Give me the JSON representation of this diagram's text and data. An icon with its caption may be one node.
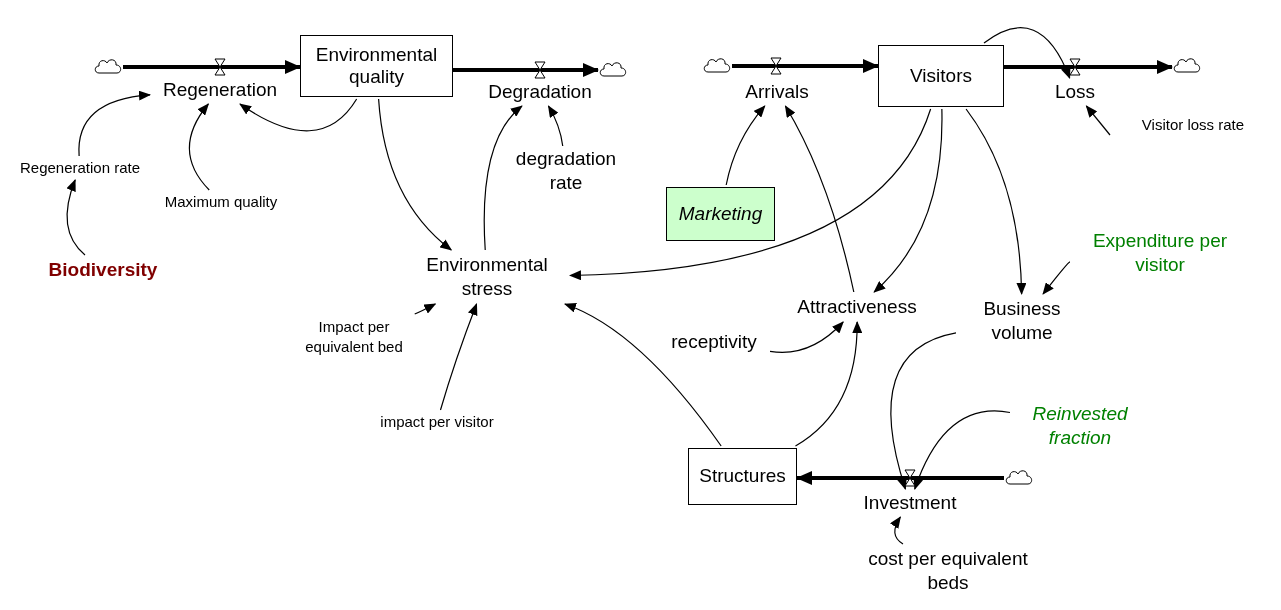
{
  "diagram": {
    "nodes": [
      {
        "text": [],
        "shape": "cloud"
      },
      {
        "text": [
          "Regeneration"
        ]
      },
      {
        "text": [
          "Environmental quality"
        ]
      },
      {
        "text": [
          "Degradation"
        ]
      },
      {
        "text": [],
        "shape": "cloud"
      },
      {
        "text": [],
        "shape": "cloud"
      },
      {
        "text": [
          "Arrivals"
        ]
      },
      {
        "text": [
          "Visitors"
        ]
      },
      {
        "text": [
          "Loss"
        ]
      },
      {
        "text": [],
        "shape": "cloud"
      },
      {
        "text": [
          "Visitor loss rate"
        ]
      },
      {
        "text": [
          "Regeneration rate"
        ]
      },
      {
        "text": [
          "Maximum quality"
        ]
      },
      {
        "text": [
          "degradation rate"
        ]
      },
      {
        "text": [
          "Biodiversity"
        ]
      },
      {
        "text": [
          "Marketing"
        ]
      },
      {
        "text": [
          "Environmental stress"
        ]
      },
      {
        "text": [
          "Expenditure per visitor"
        ]
      },
      {
        "text": [
          "Attractiveness"
        ]
      },
      {
        "text": [
          "Business volume"
        ]
      },
      {
        "text": [
          "Impact per equivalent bed"
        ]
      },
      {
        "text": [
          "receptivity"
        ]
      },
      {
        "text": [
          "impact per visitor"
        ]
      },
      {
        "text": [
          "Reinvested fraction"
        ]
      },
      {
        "text": [
          "Structures"
        ]
      },
      {
        "text": [
          "Investment"
        ]
      },
      {
        "text": [],
        "shape": "cloud"
      },
      {
        "text": [
          "cost per equivalent beds"
        ]
      }
    ],
    "edges": [
      {
        "from": 0,
        "to": 2,
        "arrow": "to",
        "style": "thick"
      },
      {
        "from": 2,
        "to": 4,
        "arrow": "to",
        "style": "thick"
      },
      {
        "from": 5,
        "to": 7,
        "arrow": "to",
        "style": "thick"
      },
      {
        "from": 7,
        "to": 9,
        "arrow": "to",
        "style": "thick"
      },
      {
        "from": 26,
        "to": 24,
        "arrow": "to",
        "style": "thick"
      },
      {
        "from": 2,
        "to": 1,
        "arrow": "to"
      },
      {
        "from": 11,
        "to": 1,
        "arrow": "to"
      },
      {
        "from": 12,
        "to": 1,
        "arrow": "to"
      },
      {
        "from": 14,
        "to": 11,
        "arrow": "to"
      },
      {
        "from": 2,
        "to": 16,
        "arrow": "to"
      },
      {
        "from": 16,
        "to": 3,
        "arrow": "to"
      },
      {
        "from": 13,
        "to": 3,
        "arrow": "to"
      },
      {
        "from": 15,
        "to": 6,
        "arrow": "to"
      },
      {
        "from": 18,
        "to": 6,
        "arrow": "to"
      },
      {
        "from": 7,
        "to": 8,
        "arrow": "to"
      },
      {
        "from": 10,
        "to": 8,
        "arrow": "to"
      },
      {
        "from": 7,
        "to": 16,
        "arrow": "to"
      },
      {
        "from": 7,
        "to": 18,
        "arrow": "to"
      },
      {
        "from": 7,
        "to": 19,
        "arrow": "to"
      },
      {
        "from": 17,
        "to": 19,
        "arrow": "to"
      },
      {
        "from": 20,
        "to": 16,
        "arrow": "to"
      },
      {
        "from": 22,
        "to": 16,
        "arrow": "to"
      },
      {
        "from": 24,
        "to": 16,
        "arrow": "to"
      },
      {
        "from": 21,
        "to": 18,
        "arrow": "to"
      },
      {
        "from": 24,
        "to": 18,
        "arrow": "to"
      },
      {
        "from": 19,
        "to": 25,
        "arrow": "to"
      },
      {
        "from": 23,
        "to": 25,
        "arrow": "to"
      },
      {
        "from": 27,
        "to": 25,
        "arrow": "to"
      }
    ]
  }
}
